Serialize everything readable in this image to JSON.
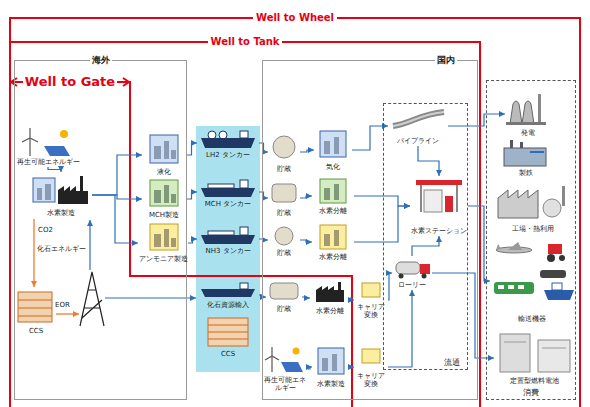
{
  "diagram": {
    "nodes": [
      {
        "text": [
          "海外"
        ]
      },
      {
        "text": [
          "再生可能エネルギー"
        ],
        "in": 0
      },
      {
        "text": [
          "水素製造"
        ],
        "in": 0
      },
      {
        "text": [
          "CCS"
        ],
        "in": 0
      },
      {
        "text": [
          "液化"
        ],
        "in": 0
      },
      {
        "text": [
          "MCH製造"
        ],
        "in": 0
      },
      {
        "text": [
          "アンモニア製造"
        ],
        "in": 0
      },
      {
        "text": [
          "LH2 タンカー"
        ]
      },
      {
        "text": [
          "MCH タンカー"
        ]
      },
      {
        "text": [
          "NH3 タンカー"
        ]
      },
      {
        "text": [
          "化石資源輸入"
        ]
      },
      {
        "text": [
          "CCS"
        ]
      },
      {
        "text": [
          "国内"
        ]
      },
      {
        "text": [
          "貯蔵"
        ],
        "in": 12
      },
      {
        "text": [
          "気化"
        ],
        "in": 12
      },
      {
        "text": [
          "貯蔵"
        ],
        "in": 12
      },
      {
        "text": [
          "水素分離"
        ],
        "in": 12
      },
      {
        "text": [
          "貯蔵"
        ],
        "in": 12
      },
      {
        "text": [
          "水素分離"
        ],
        "in": 12
      },
      {
        "text": [
          "貯蔵"
        ],
        "in": 12
      },
      {
        "text": [
          "水素分離"
        ],
        "in": 12
      },
      {
        "text": [
          "キャリア変換"
        ],
        "in": 12
      },
      {
        "text": [
          "流通"
        ],
        "in": 12
      },
      {
        "text": [
          "パイプライン"
        ],
        "in": 22
      },
      {
        "text": [
          "水素ステーション"
        ],
        "in": 22
      },
      {
        "text": [
          "ローリー"
        ],
        "in": 22
      },
      {
        "text": [
          "再生可能エネルギー"
        ],
        "in": 12
      },
      {
        "text": [
          "水素製造"
        ],
        "in": 12
      },
      {
        "text": [
          "キャリア変換"
        ],
        "in": 12
      },
      {
        "text": [
          "消費"
        ]
      },
      {
        "text": [
          "発電"
        ],
        "in": 29
      },
      {
        "text": [
          "製鉄"
        ],
        "in": 29
      },
      {
        "text": [
          "工場・熱利用"
        ],
        "in": 29
      },
      {
        "text": [
          "輸送機器"
        ],
        "in": 29
      },
      {
        "text": [
          "定置型燃料電池"
        ],
        "in": 29
      }
    ],
    "edges": [
      {
        "from": 1,
        "to": 2,
        "arrow": "to"
      },
      {
        "from": 2,
        "to": 4,
        "arrow": "to"
      },
      {
        "from": 2,
        "to": 5,
        "arrow": "to"
      },
      {
        "from": 2,
        "to": 6,
        "arrow": "to"
      },
      {
        "from": 4,
        "to": 7,
        "arrow": "to"
      },
      {
        "from": 5,
        "to": 8,
        "arrow": "to"
      },
      {
        "from": 6,
        "to": 9,
        "arrow": "to"
      },
      {
        "from": 7,
        "to": 13,
        "arrow": "to"
      },
      {
        "from": 8,
        "to": 15,
        "arrow": "to"
      },
      {
        "from": 9,
        "to": 17,
        "arrow": "to"
      },
      {
        "from": 13,
        "to": 14,
        "arrow": "to"
      },
      {
        "from": 15,
        "to": 16,
        "arrow": "to"
      },
      {
        "from": 17,
        "to": 18,
        "arrow": "to"
      },
      {
        "from": 14,
        "to": 23,
        "arrow": "to"
      },
      {
        "from": 16,
        "to": 24,
        "arrow": "to"
      },
      {
        "from": 18,
        "to": 24,
        "arrow": "to"
      },
      {
        "from": 10,
        "to": 19,
        "arrow": "to"
      },
      {
        "from": 19,
        "to": 20,
        "arrow": "to"
      },
      {
        "from": 20,
        "to": 21,
        "arrow": "to"
      },
      {
        "from": 21,
        "to": 25,
        "arrow": "to"
      },
      {
        "from": 26,
        "to": 27,
        "arrow": "to"
      },
      {
        "from": 27,
        "to": 28,
        "arrow": "to"
      },
      {
        "from": 28,
        "to": 25,
        "arrow": "to"
      },
      {
        "from": 23,
        "to": 24,
        "arrow": "to"
      },
      {
        "from": 25,
        "to": 24,
        "arrow": "to"
      },
      {
        "from": 23,
        "to": 30,
        "arrow": "to"
      },
      {
        "from": 24,
        "to": 33,
        "arrow": "to"
      },
      {
        "from": 25,
        "to": 34,
        "arrow": "to"
      }
    ],
    "labels": [
      "Well to Wheel",
      "Well to Tank",
      "Well to Gate",
      "CO2",
      "EOR",
      "化石エネルギー"
    ]
  }
}
